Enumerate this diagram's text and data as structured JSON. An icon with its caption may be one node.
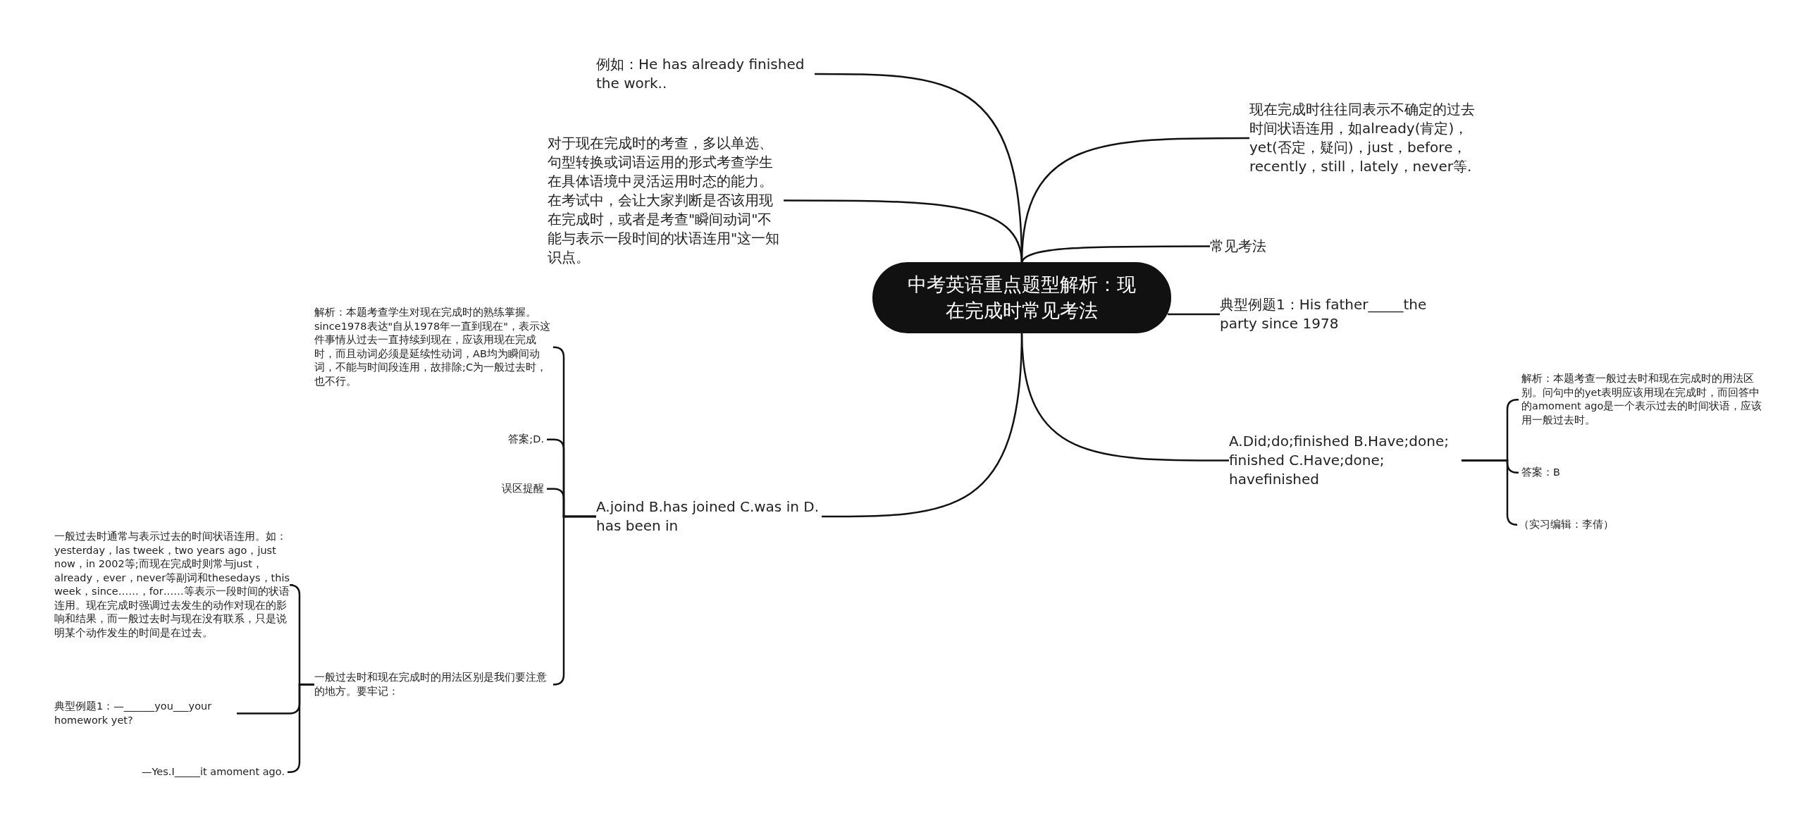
{
  "diagram": {
    "nodes": [
      {
        "text": [
          "中考英语重点题型解析：现在完成时常见考法"
        ]
      },
      {
        "text": [
          "例如：He has already finished the work.."
        ]
      },
      {
        "text": [
          "对于现在完成时的考查，多以单选、句型转换或词语运用的形式考查学生在具体语境中灵活运用时态的能力。在考试中，会让大家判断是否该用现在完成时，或者是考查\"瞬间动词\"不能与表示一段时间的状语连用\"这一知识点。"
        ]
      },
      {
        "text": [
          "A.joind B.has joined C.was in D. has been in"
        ]
      },
      {
        "text": [
          "解析：本题考查学生对现在完成时的熟练掌握。since1978表达\"自从1978年一直到现在\"，表示这件事情从过去一直持续到现在，应该用现在完成时，而且动词必须是延续性动词，AB均为瞬间动词，不能与时间段连用，故排除;C为一般过去时，也不行。"
        ]
      },
      {
        "text": [
          "答案;D."
        ]
      },
      {
        "text": [
          "误区提醒"
        ]
      },
      {
        "text": [
          "一般过去时和现在完成时的用法区别是我们要注意的地方。要牢记："
        ]
      },
      {
        "text": [
          "一般过去时通常与表示过去的时间状语连用。如：yesterday，las tweek，two years ago，just now，in 2002等;而现在完成时则常与just，already，ever，never等副词和thesedays，this week，since……，for……等表示一段时间的状语连用。现在完成时强调过去发生的动作对现在的影响和结果，而一般过去时与现在没有联系，只是说明某个动作发生的时间是在过去。"
        ]
      },
      {
        "text": [
          "典型例题1：—______you___your homework yet?"
        ]
      },
      {
        "text": [
          "—Yes.I_____it amoment ago."
        ]
      },
      {
        "text": [
          "现在完成时往往同表示不确定的过去时间状语连用，如already(肯定)，yet(否定，疑问)，just，before，recently，still，lately，never等."
        ]
      },
      {
        "text": [
          "常见考法"
        ]
      },
      {
        "text": [
          "典型例题1：His father_____the party since 1978"
        ]
      },
      {
        "text": [
          "A.Did;do;finished B.Have;done; finished C.Have;done; havefinished"
        ]
      },
      {
        "text": [
          "解析：本题考查一般过去时和现在完成时的用法区别。问句中的yet表明应该用现在完成时，而回答中的amoment ago是一个表示过去的时间状语，应该用一般过去时。"
        ]
      },
      {
        "text": [
          "答案：B"
        ]
      },
      {
        "text": [
          "（实习编辑：李倩）"
        ]
      }
    ],
    "edges": [
      {
        "from": 0,
        "to": 1,
        "arrow": "none"
      },
      {
        "from": 0,
        "to": 2,
        "arrow": "none"
      },
      {
        "from": 0,
        "to": 3,
        "arrow": "none"
      },
      {
        "from": 3,
        "to": 4,
        "arrow": "none"
      },
      {
        "from": 3,
        "to": 5,
        "arrow": "none"
      },
      {
        "from": 3,
        "to": 6,
        "arrow": "none"
      },
      {
        "from": 3,
        "to": 7,
        "arrow": "none"
      },
      {
        "from": 7,
        "to": 8,
        "arrow": "none"
      },
      {
        "from": 7,
        "to": 9,
        "arrow": "none"
      },
      {
        "from": 7,
        "to": 10,
        "arrow": "none"
      },
      {
        "from": 0,
        "to": 11,
        "arrow": "none"
      },
      {
        "from": 0,
        "to": 12,
        "arrow": "none"
      },
      {
        "from": 0,
        "to": 13,
        "arrow": "none"
      },
      {
        "from": 0,
        "to": 14,
        "arrow": "none"
      },
      {
        "from": 14,
        "to": 15,
        "arrow": "none"
      },
      {
        "from": 14,
        "to": 16,
        "arrow": "none"
      },
      {
        "from": 14,
        "to": 17,
        "arrow": "none"
      }
    ]
  }
}
